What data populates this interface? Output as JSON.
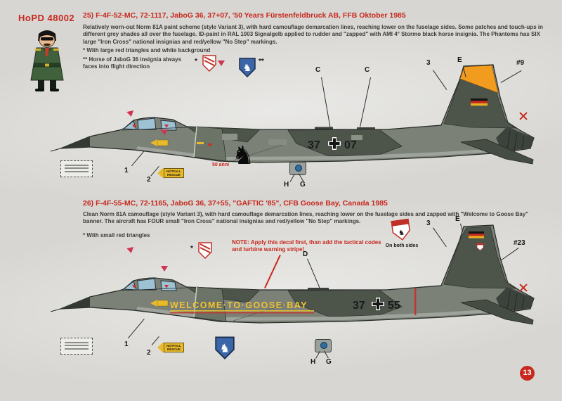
{
  "page": {
    "code": "HoPD 48002",
    "number": "13"
  },
  "labels": {
    "notfall": "NOTFALL",
    "rescue": "RESCUE"
  },
  "icons": {
    "horse": "♞"
  },
  "s25": {
    "heading": "25) F-4F-52-MC, 72-1117, JaboG 36, 37+07, '50 Years Fürstenfeldbruck AB, FFB Oktober 1985",
    "body": "Relatively worn-out Norm 81A paint scheme (style Variant 3), with hard camouflage demarcation lines, reaching lower on the fuselage sides. Some patches and touch-ups in different grey shades all over the fuselage. ID-paint in RAL 1003 Signalgelb applied to rudder and \"zapped\" with AMI 4° Stormo black horse insignia. The Phantoms has SIX large \"Iron Cross\" national insignias and red/yellow \"No Step\" markings.",
    "footnote1": "* With large red triangles and white background",
    "footnote2": "** Horse of JaboG 36 insignia always faces into flight direction",
    "badge": "50 anni",
    "code_left": "37",
    "code_right": "07",
    "callouts": {
      "c1": "C",
      "c2": "C",
      "n3": "3",
      "e": "E",
      "sheet": "#9",
      "h": "H",
      "g": "G",
      "n1": "1",
      "n2": "2",
      "star": "*",
      "dstar": "**"
    }
  },
  "s26": {
    "heading": "26) F-4F-55-MC, 72-1165, JaboG 36, 37+55, \"GAFTIC '85\", CFB Goose Bay, Canada 1985",
    "body": "Clean Norm 81A camouflage (style Variant 3), with hard camouflage demarcation lines, reaching lower on the fuselage sides and zapped with \"Welcome to Goose Bay\" banner. The aircraft has FOUR small \"Iron Cross\" national insignias and red/yellow \"No Step\" markings.",
    "footnote1": "* With small red triangles",
    "note": "NOTE: Apply this decal first, than add the tactical codes and turbine warning stripe!",
    "banner": "WELCOME·TO·GOOSE·BAY",
    "both_sides": "On both sides",
    "code_left": "37",
    "code_right": "55",
    "callouts": {
      "d": "D",
      "n3": "3",
      "e": "E",
      "sheet": "#23",
      "h": "H",
      "g": "G",
      "n1": "1",
      "n2": "2",
      "star": "*"
    }
  }
}
